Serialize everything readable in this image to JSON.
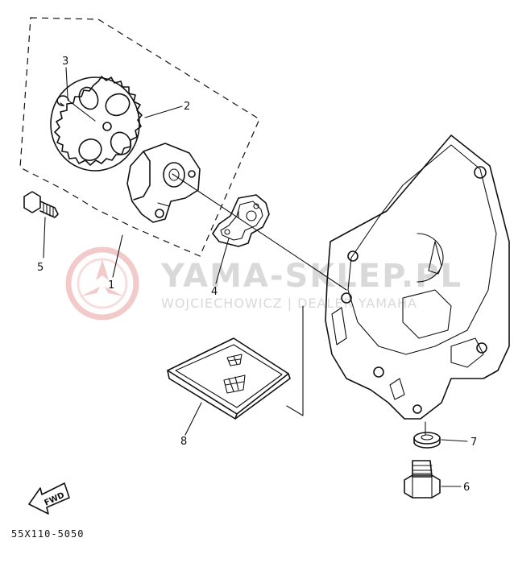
{
  "callouts": {
    "label_1": "1",
    "label_2": "2",
    "label_3": "3",
    "label_4": "4",
    "label_5": "5",
    "label_6": "6",
    "label_7": "7",
    "label_8": "8"
  },
  "fwd_label": "FWD",
  "diagram_code": "55X110-5050",
  "watermark": {
    "main": "YAMA-SKLEP.PL",
    "sub": "WOJCIECHOWICZ | DEALER YAMAHA"
  },
  "colors": {
    "watermark_logo": "#e8a0a0",
    "watermark_text": "#d9d9d9",
    "line": "#111111"
  }
}
